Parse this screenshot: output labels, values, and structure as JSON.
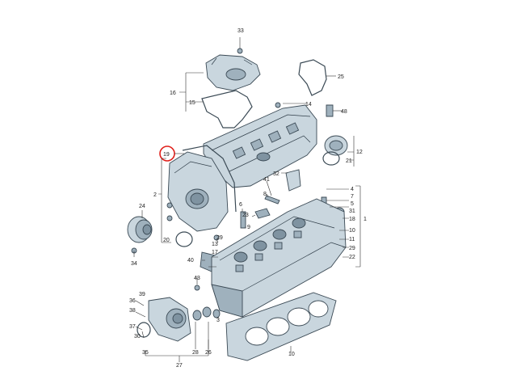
{
  "diagram": {
    "callouts": {
      "c33": "33",
      "c25": "25",
      "c16": "16",
      "c15": "15",
      "c14": "14",
      "c48": "48",
      "c19": "19",
      "c12": "12",
      "c21": "21",
      "c2": "2",
      "c32": "32",
      "c41": "41",
      "c8": "8",
      "c1": "1",
      "c4": "4",
      "c7": "7",
      "c5": "5",
      "c31": "31",
      "c18": "18",
      "c10": "10",
      "c11": "11",
      "c29": "29",
      "c22": "22",
      "c24": "24",
      "c9": "9",
      "c20": "20",
      "c13": "13",
      "c17": "17",
      "c40": "40",
      "c34": "34",
      "c43": "43",
      "c39": "39",
      "c36": "36",
      "c38": "38",
      "c37": "37",
      "c30": "30",
      "c3": "3",
      "c35": "35",
      "c28": "28",
      "c26": "26",
      "c27": "27",
      "c6": "6",
      "c23": "23"
    },
    "colors": {
      "part_fill": "#c9d6de",
      "part_dark": "#9fb1bd",
      "highlight_ring": "#e0201b"
    }
  }
}
